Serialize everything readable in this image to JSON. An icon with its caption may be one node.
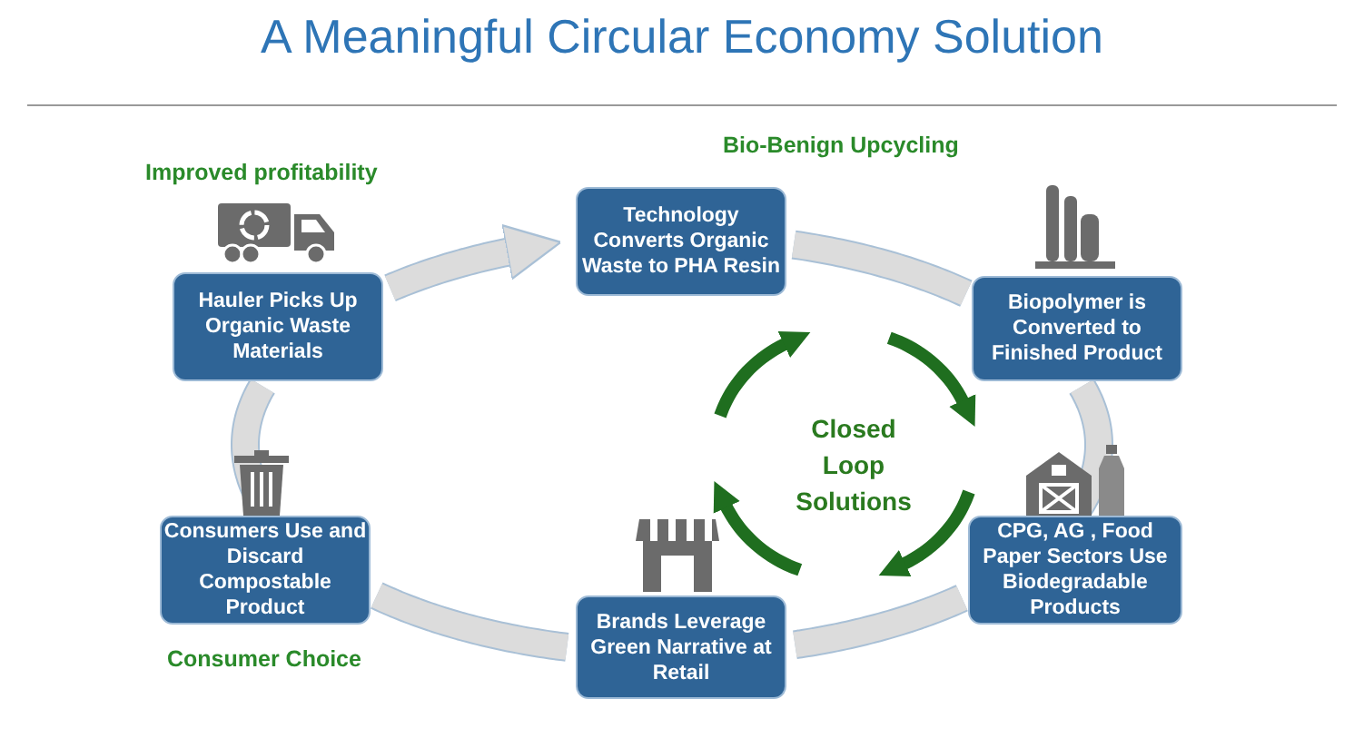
{
  "diagram": {
    "title": "A Meaningful Circular Economy Solution",
    "nodes": [
      {
        "text": [
          "Hauler Picks Up Organic Waste Materials"
        ]
      },
      {
        "text": [
          "Technology Converts Organic Waste to PHA Resin"
        ]
      },
      {
        "text": [
          "Biopolymer is Converted to Finished Product"
        ]
      },
      {
        "text": [
          "CPG, AG , Food Paper Sectors Use Biodegradable Products"
        ]
      },
      {
        "text": [
          "Brands Leverage Green Narrative at Retail"
        ]
      },
      {
        "text": [
          "Consumers Use and Discard Compostable Product"
        ]
      }
    ],
    "edges": [
      {
        "from": 0,
        "to": 1,
        "arrow": "to"
      },
      {
        "from": 1,
        "to": 2,
        "arrow": "none"
      },
      {
        "from": 2,
        "to": 3,
        "arrow": "none"
      },
      {
        "from": 3,
        "to": 4,
        "arrow": "none"
      },
      {
        "from": 4,
        "to": 5,
        "arrow": "none"
      },
      {
        "from": 5,
        "to": 0,
        "arrow": "none"
      }
    ],
    "labels": [
      "Bio-Benign Upcycling",
      "Improved profitability",
      "Closed Loop Solutions",
      "Consumer Choice"
    ]
  }
}
